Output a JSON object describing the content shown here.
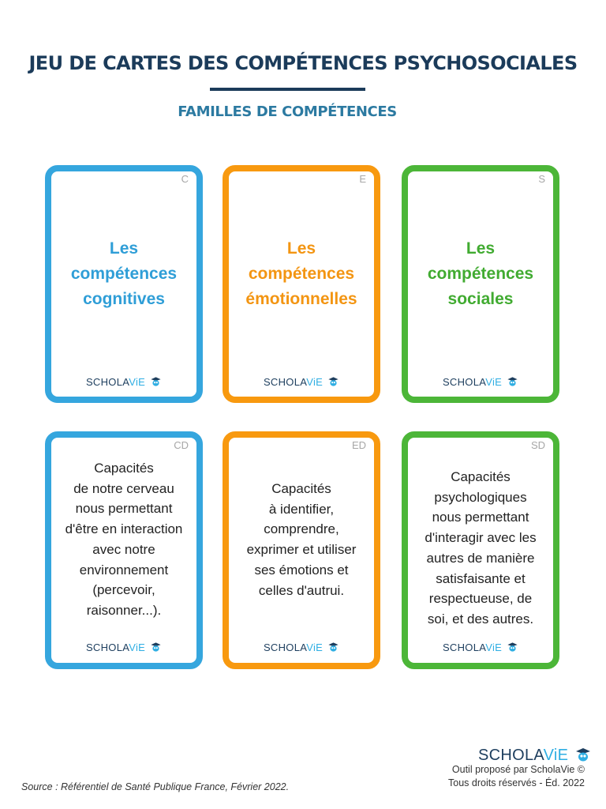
{
  "header": {
    "title": "JEU DE CARTES DES COMPÉTENCES PSYCHOSOCIALES",
    "subtitle": "FAMILLES DE COMPÉTENCES"
  },
  "brand": {
    "logo_part1": "SCHOLA",
    "logo_part2": "ViE",
    "colors": {
      "blue": "#35a6de",
      "orange": "#f8990f",
      "green": "#4cb638",
      "navy": "#1b3b5a"
    }
  },
  "cards_front": [
    {
      "code": "C",
      "lines": [
        "Les",
        "compétences",
        "cognitives"
      ]
    },
    {
      "code": "E",
      "lines": [
        "Les",
        "compétences",
        "émotionnelles"
      ]
    },
    {
      "code": "S",
      "lines": [
        "Les",
        "compétences",
        "sociales"
      ]
    }
  ],
  "cards_back": [
    {
      "code": "CD",
      "lines": [
        "Capacités",
        "de notre cerveau",
        "nous permettant",
        "d'être en interaction",
        "avec notre",
        "environnement",
        "(percevoir,",
        "raisonner...)."
      ]
    },
    {
      "code": "ED",
      "lines": [
        "Capacités",
        "à identifier,",
        "comprendre,",
        "exprimer et utiliser",
        "ses émotions et",
        "celles d'autrui."
      ]
    },
    {
      "code": "SD",
      "lines": [
        "Capacités",
        "psychologiques",
        "nous permettant",
        "d'interagir avec les",
        "autres de manière",
        "satisfaisante et",
        "respectueuse, de",
        "soi, et des autres."
      ]
    }
  ],
  "footer": {
    "tool_line": "Outil proposé par ScholaVie ©",
    "rights_line": "Tous droits réservés - Éd. 2022",
    "source": "Source : Référentiel de Santé Publique France, Février 2022."
  }
}
